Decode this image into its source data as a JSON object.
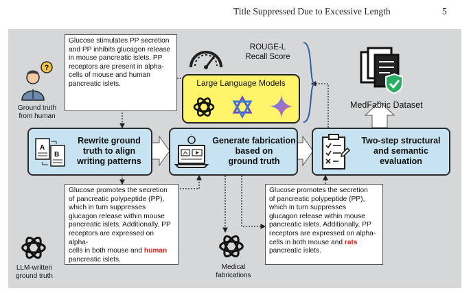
{
  "header": {
    "running_title": "Title Suppressed Due to Excessive Length",
    "page_number": "5"
  },
  "figure": {
    "ground_truth_note": "Glucose stimulates PP secretion and PP inhibits glucagon release in mouse pancreatic islets. PP receptors are present in alpha-cells of mouse and human pancreatic islets.",
    "ground_truth_caption": [
      "Ground truth",
      "from human"
    ],
    "rouge_label": [
      "ROUGE-L",
      "Recall Score"
    ],
    "llm_label": "Large Language Models",
    "dataset_label": "MedFabric Dataset",
    "steps": {
      "rewrite": [
        "Rewrite ground",
        "truth to align",
        "writing patterns"
      ],
      "generate": [
        "Generate fabrication",
        "based on",
        "ground truth"
      ],
      "evaluate": [
        "Two-step structural",
        "and semantic",
        "evaluation"
      ]
    },
    "llm_truth_note": {
      "lines": [
        "Glucose promotes the secretion",
        "of pancreatic polypeptide (PP),",
        "which in turn suppresses",
        "glucagon release within mouse",
        "pancreatic islets. Additionally, PP",
        "receptors are expressed on alpha-",
        "cells in both mouse and "
      ],
      "highlight": "human",
      "tail": "pancreatic islets."
    },
    "llm_truth_caption": [
      "LLM-written",
      "ground truth"
    ],
    "fabrication_note": {
      "lines": [
        "Glucose promotes the secretion",
        "of pancreatic polypeptide (PP),",
        "which in turn suppresses",
        "glucagon release within mouse",
        "pancreatic islets. Additionally, PP",
        "receptors are expressed on alpha-",
        "cells in both mouse and "
      ],
      "highlight": "rats",
      "tail": "pancreatic islets."
    },
    "fabrication_caption": [
      "Medical",
      "fabrications"
    ],
    "colors": {
      "panel": "#d6d7d9",
      "step_fill": "#c7e3f1",
      "llm_fill": "#fff36a",
      "highlight": "#e0231b",
      "shield": "#27ae60",
      "bracket": "#2b5fa8"
    }
  }
}
